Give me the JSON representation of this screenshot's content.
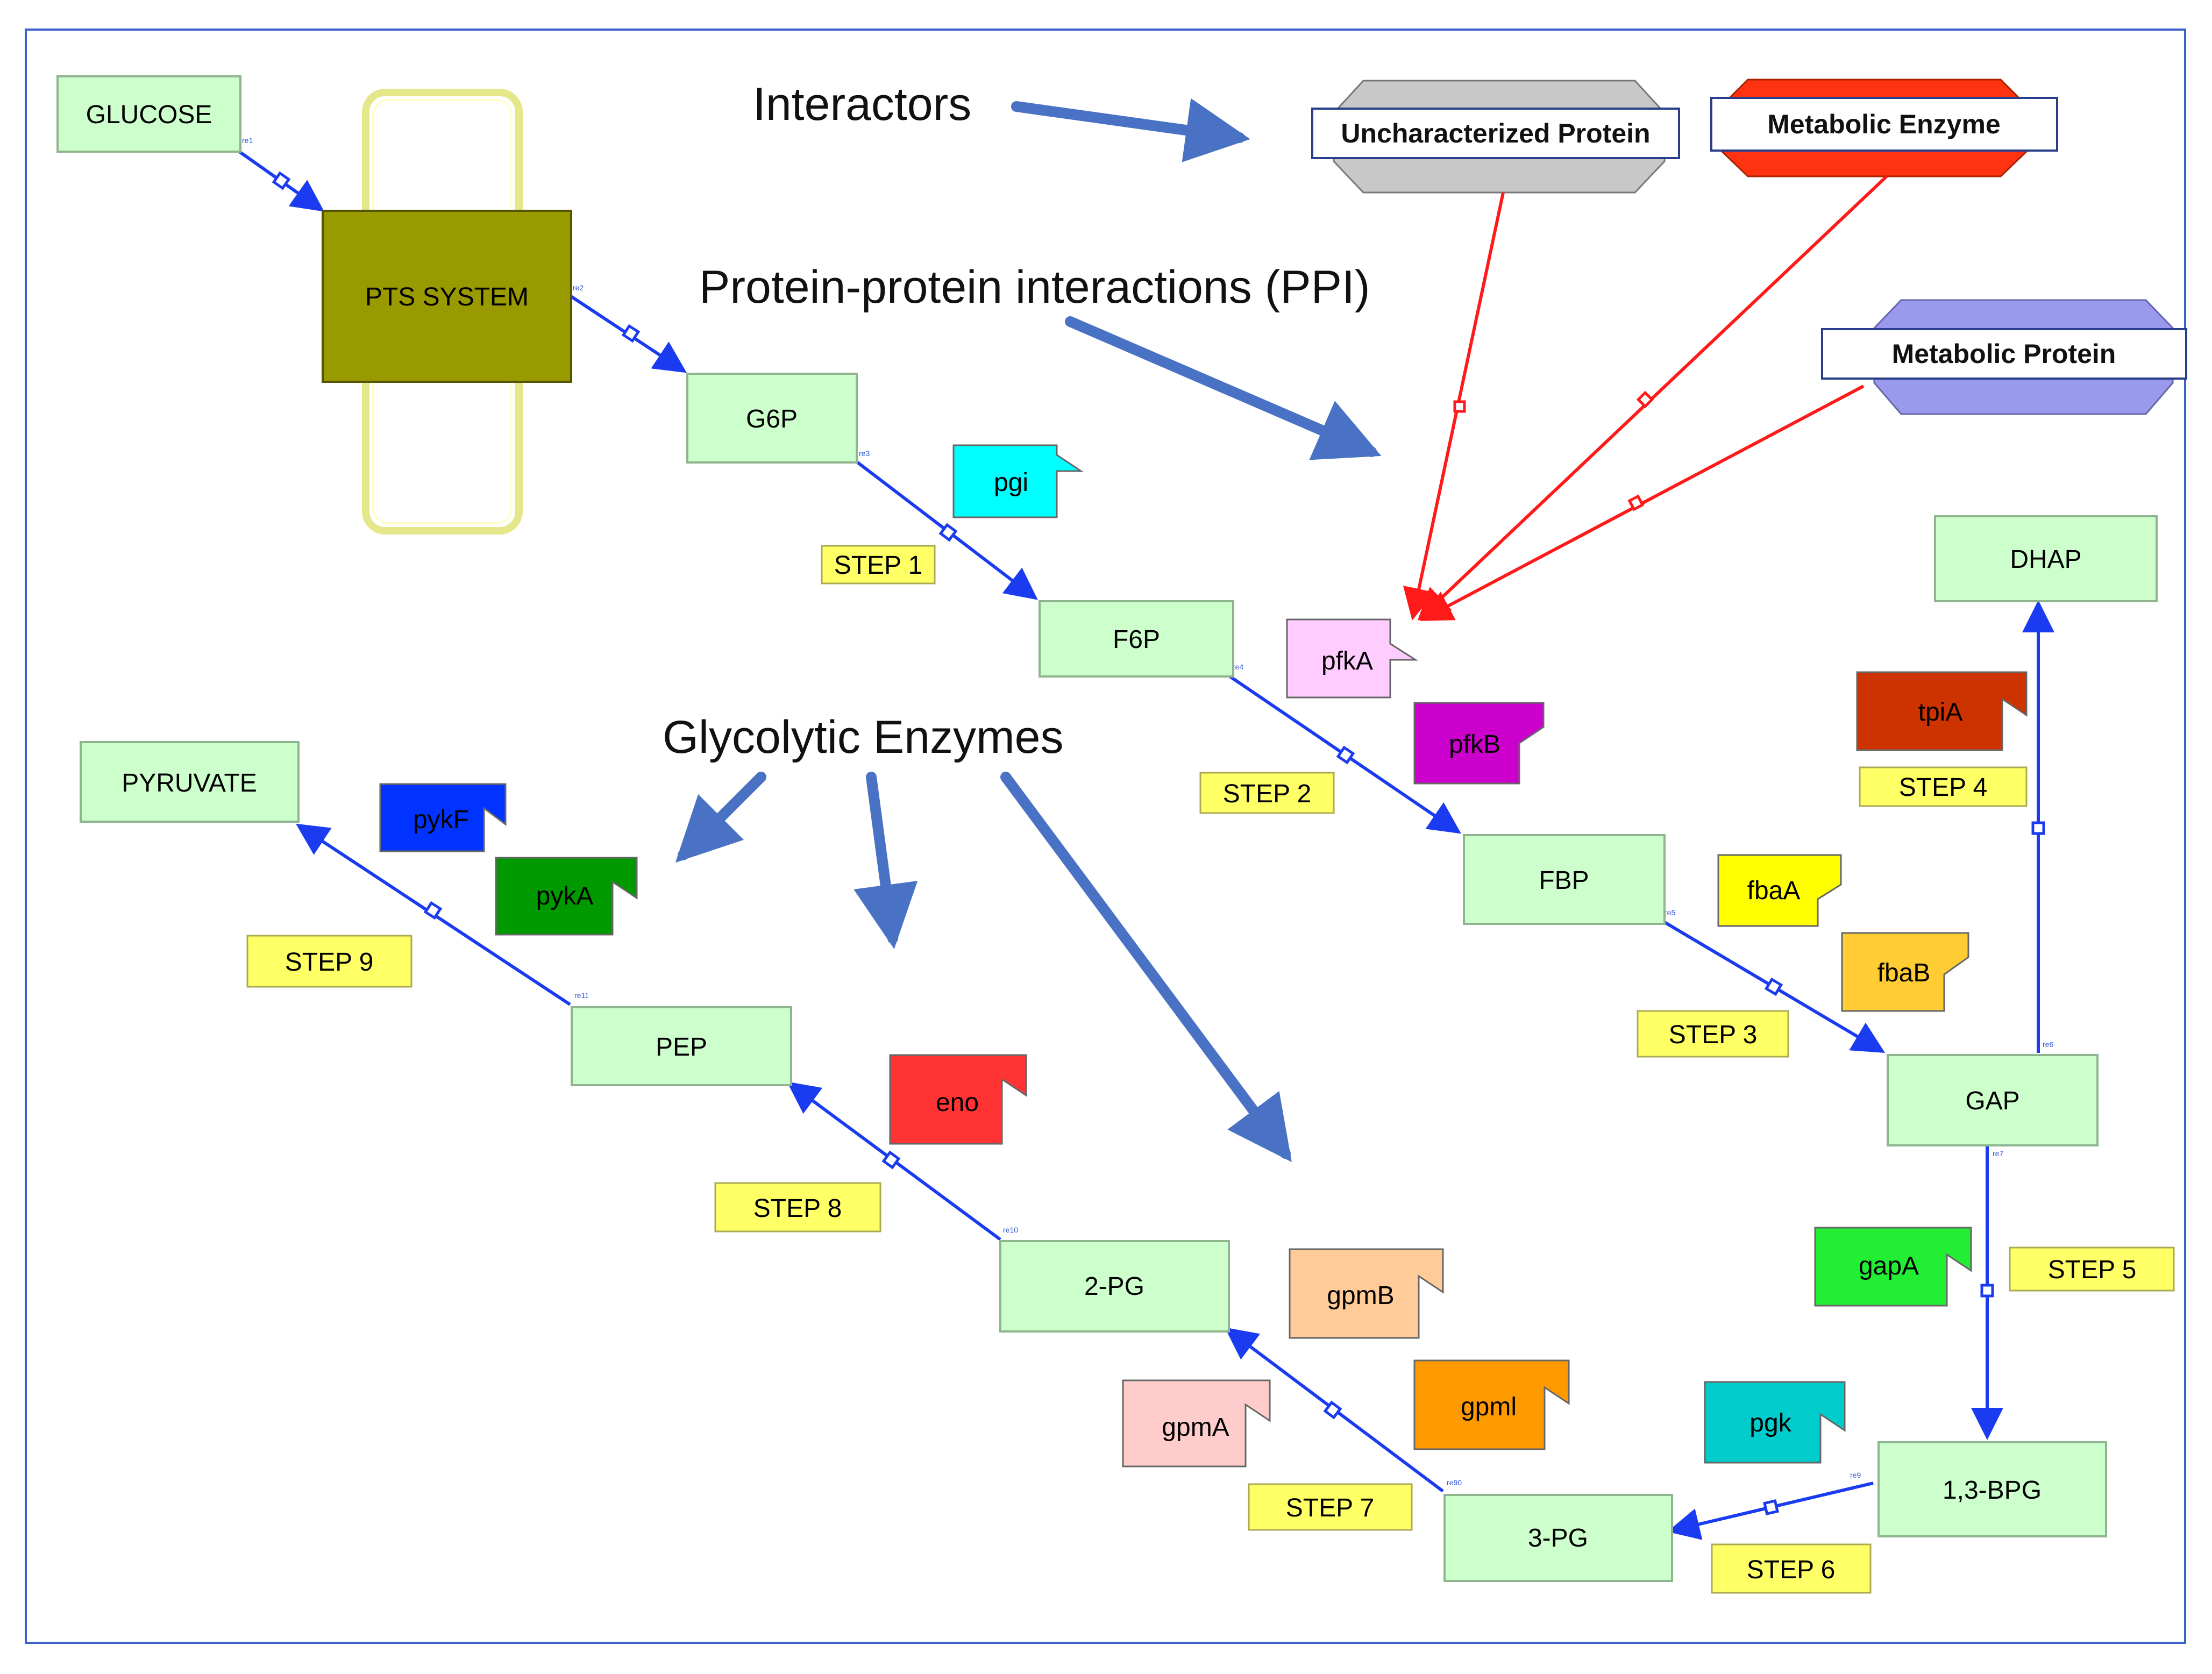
{
  "nodes": {
    "glucose": "GLUCOSE",
    "pts": "PTS SYSTEM",
    "g6p": "G6P",
    "f6p": "F6P",
    "fbp": "FBP",
    "gap": "GAP",
    "dhap": "DHAP",
    "bpg13": "1,3-BPG",
    "pg3": "3-PG",
    "pg2": "2-PG",
    "pep": "PEP",
    "pyruvate": "PYRUVATE"
  },
  "enzymes": {
    "pgi": "pgi",
    "pfkA": "pfkA",
    "pfkB": "pfkB",
    "fbaA": "fbaA",
    "fbaB": "fbaB",
    "tpiA": "tpiA",
    "gapA": "gapA",
    "pgk": "pgk",
    "gpmB": "gpmB",
    "gpmI": "gpml",
    "gpmA": "gpmA",
    "eno": "eno",
    "pykF": "pykF",
    "pykA": "pykA"
  },
  "steps": {
    "s1": "STEP 1",
    "s2": "STEP 2",
    "s3": "STEP 3",
    "s4": "STEP 4",
    "s5": "STEP 5",
    "s6": "STEP 6",
    "s7": "STEP 7",
    "s8": "STEP 8",
    "s9": "STEP 9"
  },
  "callouts": {
    "interactors": "Interactors",
    "ppi": "Protein-protein interactions (PPI)",
    "glycolytic": "Glycolytic Enzymes"
  },
  "interactor_tags": {
    "uncharacterized": "Uncharacterized Protein",
    "metabolic_enzyme": "Metabolic Enzyme",
    "metabolic_protein": "Metabolic Protein"
  },
  "reaction_ids": {
    "re1": "re1",
    "re2": "re2",
    "re3": "re3",
    "re4": "re4",
    "re5": "re5",
    "re6": "re6",
    "re7": "re7",
    "re9": "re9",
    "re90": "re90",
    "re10": "re10",
    "re11": "re11"
  },
  "colors": {
    "node_fill": "#ccffcc",
    "pts_fill": "#999900",
    "step_fill": "#ffff66",
    "reaction_line": "#1a3bf0",
    "callout_arrow": "#4a72c4",
    "ppi_edge": "#ff1a1a",
    "uncharacterized": "#c8c8c8",
    "metabolic_enzyme": "#ff3311",
    "metabolic_protein": "#9999ee",
    "pgi": "#00ffff",
    "pfkA": "#ffccff",
    "pfkB": "#cc00cc",
    "fbaA": "#ffff00",
    "fbaB": "#ffcc33",
    "tpiA": "#cc3300",
    "gapA": "#22ee33",
    "pgk": "#00cccc",
    "gpmB": "#ffcc99",
    "gpmI": "#ff9900",
    "gpmA": "#ffcccc",
    "eno": "#ff3333",
    "pykF": "#0033ff",
    "pykA": "#009900"
  }
}
